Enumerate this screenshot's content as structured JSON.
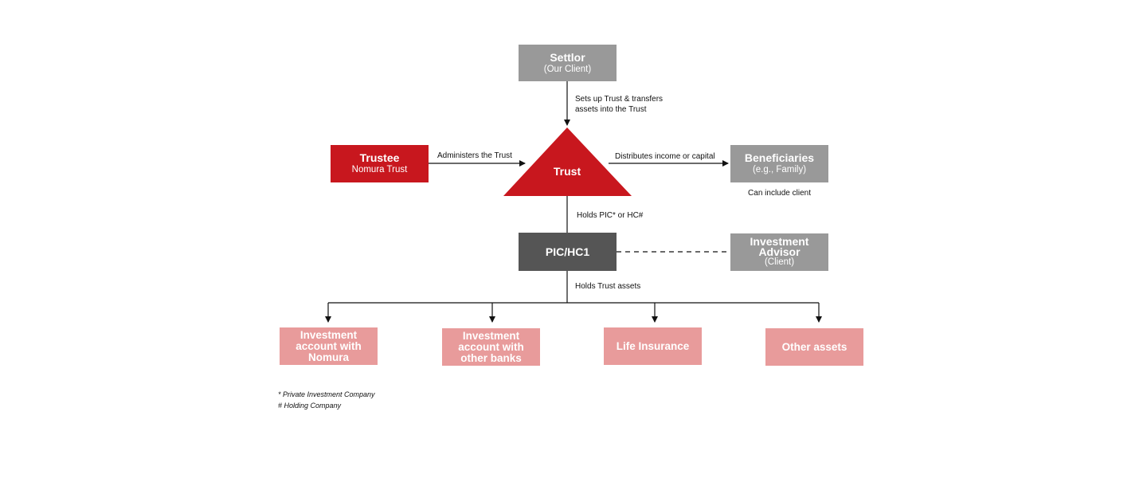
{
  "settlor": {
    "title": "Settlor",
    "subtitle": "(Our Client)"
  },
  "trustee": {
    "title": "Trustee",
    "subtitle": "Nomura Trust"
  },
  "trust": {
    "label": "Trust"
  },
  "beneficiaries": {
    "title": "Beneficiaries",
    "subtitle": "(e.g., Family)",
    "note": "Can include client"
  },
  "pic": {
    "label": "PIC/HC1"
  },
  "advisor": {
    "line1": "Investment",
    "line2": "Advisor",
    "subtitle": "(Client)"
  },
  "edges": {
    "settlor_to_trust_1": "Sets up Trust & transfers",
    "settlor_to_trust_2": "assets into the Trust",
    "trustee_to_trust": "Administers the Trust",
    "trust_to_beneficiaries": "Distributes income or capital",
    "trust_to_pic": "Holds PIC* or HC#",
    "pic_to_assets": "Holds Trust assets"
  },
  "assets": [
    {
      "line1": "Investment",
      "line2": "account with",
      "line3": "Nomura"
    },
    {
      "line1": "Investment",
      "line2": "account with",
      "line3": "other banks"
    },
    {
      "line1": "Life Insurance"
    },
    {
      "line1": "Other assets"
    }
  ],
  "footnotes": [
    "* Private Investment Company",
    "# Holding Company"
  ],
  "colors": {
    "red": "#c8171e",
    "grey": "#999999",
    "dark": "#555555",
    "pink": "#e89b9b"
  }
}
